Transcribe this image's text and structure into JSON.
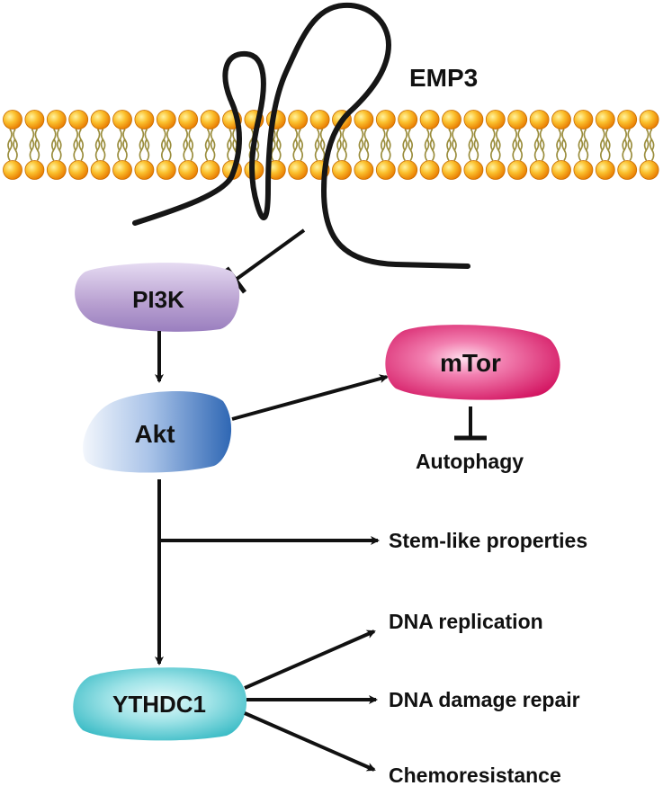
{
  "protein": {
    "label": "EMP3"
  },
  "nodes": {
    "pi3k": {
      "label": "PI3K"
    },
    "akt": {
      "label": "Akt"
    },
    "mtor": {
      "label": "mTor"
    },
    "ythdc1": {
      "label": "YTHDC1"
    }
  },
  "outcomes": {
    "autophagy": "Autophagy",
    "stem_like": "Stem-like properties",
    "dna_replication": "DNA replication",
    "dna_damage_repair": "DNA damage repair",
    "chemoresistance": "Chemoresistance"
  },
  "colors": {
    "lipid_head": "#f7a81c",
    "pi3k": "#b79fd0",
    "akt": "#3f78c0",
    "mtor": "#d81b6a",
    "ythdc1": "#3ec3cc",
    "line": "#111111"
  }
}
